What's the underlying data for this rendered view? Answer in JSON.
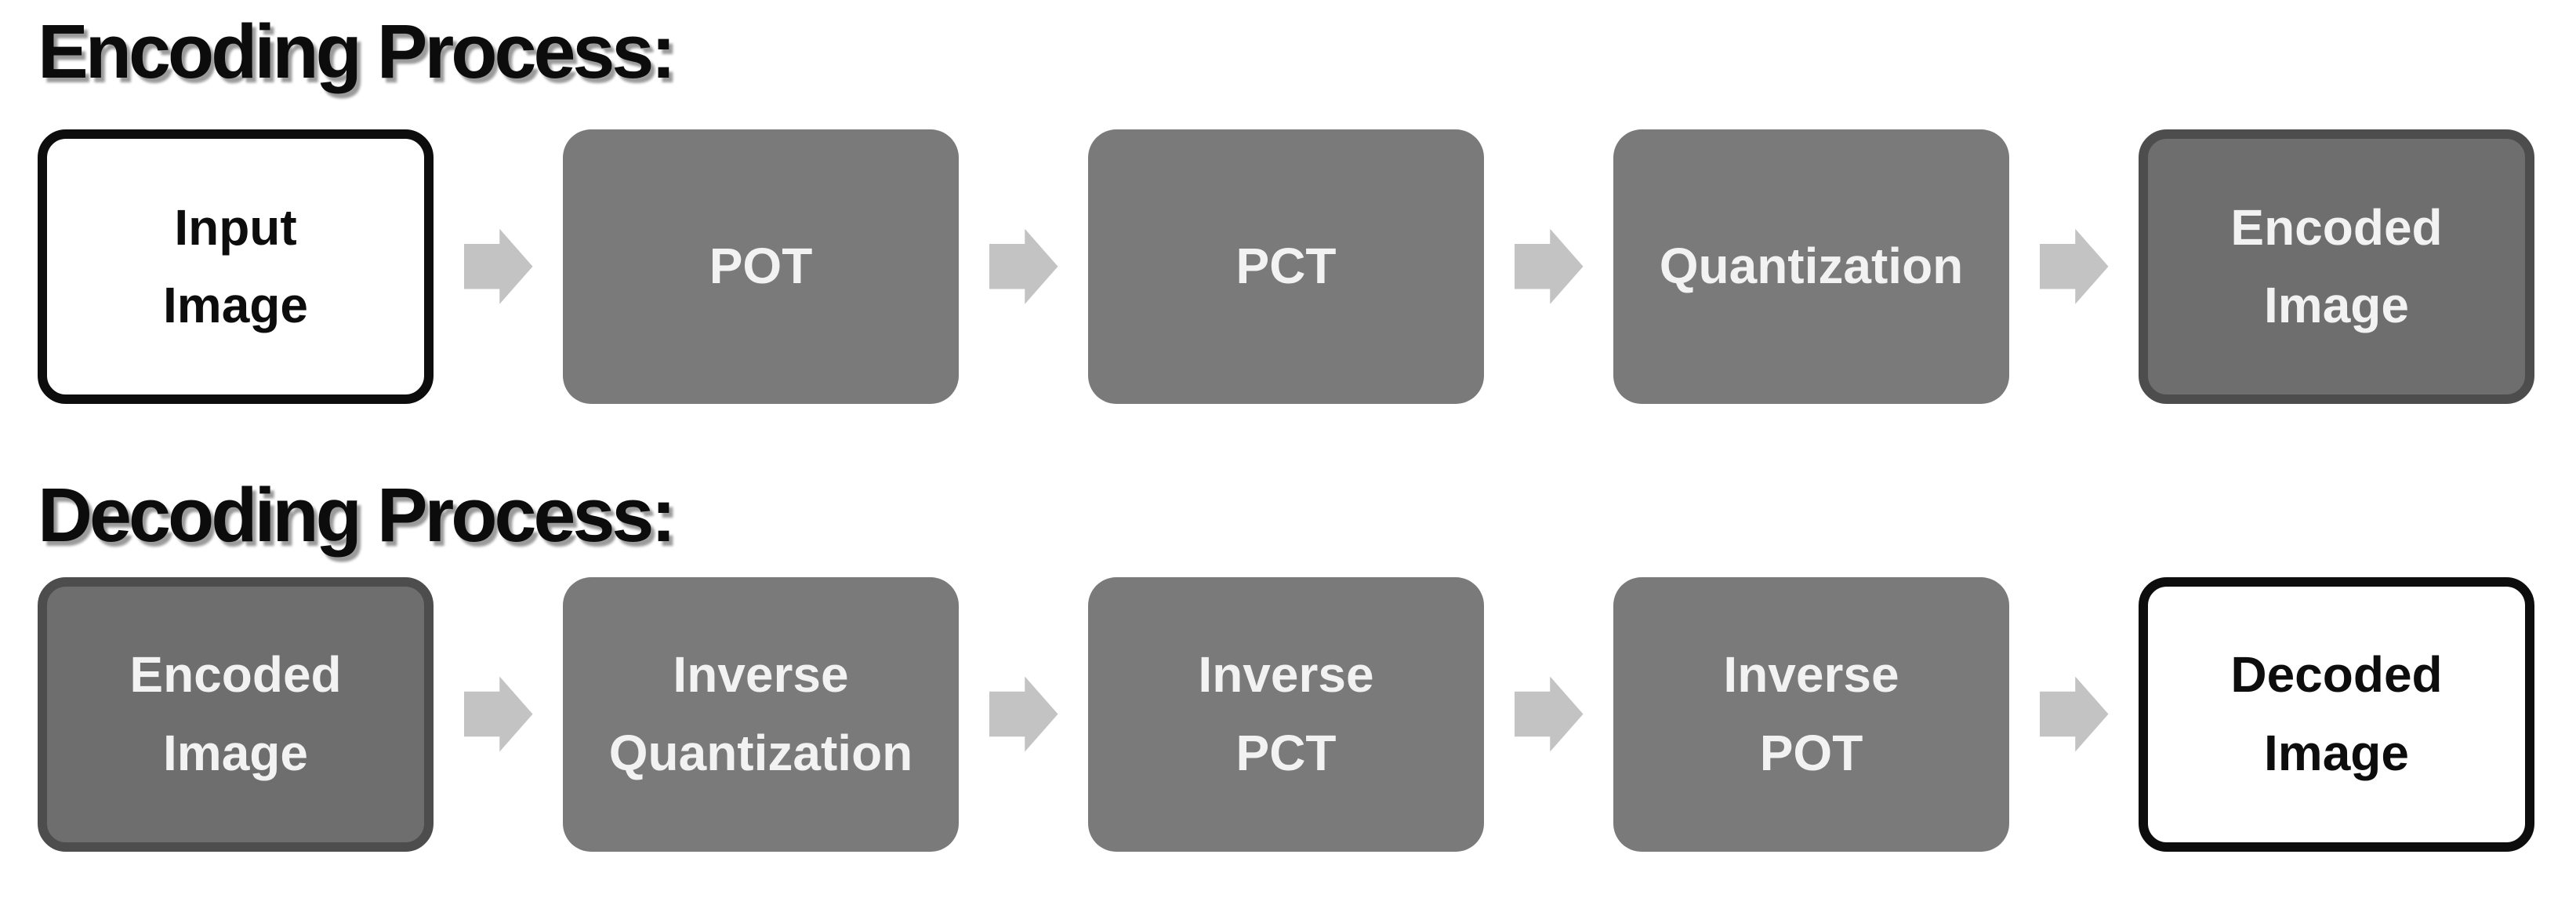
{
  "sections": [
    {
      "title": "Encoding Process:",
      "steps": [
        {
          "label": "Input\nImage",
          "type": "io"
        },
        {
          "label": "POT",
          "type": "process"
        },
        {
          "label": "PCT",
          "type": "process"
        },
        {
          "label": "Quantization",
          "type": "process"
        },
        {
          "label": "Encoded\nImage",
          "type": "terminal"
        }
      ]
    },
    {
      "title": "Decoding Process:",
      "steps": [
        {
          "label": "Encoded\nImage",
          "type": "terminal"
        },
        {
          "label": "Inverse\nQuantization",
          "type": "process"
        },
        {
          "label": "Inverse\nPCT",
          "type": "process"
        },
        {
          "label": "Inverse\nPOT",
          "type": "process"
        },
        {
          "label": "Decoded\nImage",
          "type": "io"
        }
      ]
    }
  ],
  "icons": {
    "connector": "right-block-arrow"
  },
  "colors": {
    "title_color": "#0c0c0c",
    "title_shadow": "#9b9b9b",
    "process_fill": "#7a7a7a",
    "terminal_fill": "#6e6e6e",
    "terminal_border": "#4d4d4d",
    "io_fill": "#ffffff",
    "io_border": "#0d0d0d",
    "arrow_fill": "#c3c3c3",
    "label_light": "#f2f2f2",
    "label_dark": "#0d0d0d"
  }
}
